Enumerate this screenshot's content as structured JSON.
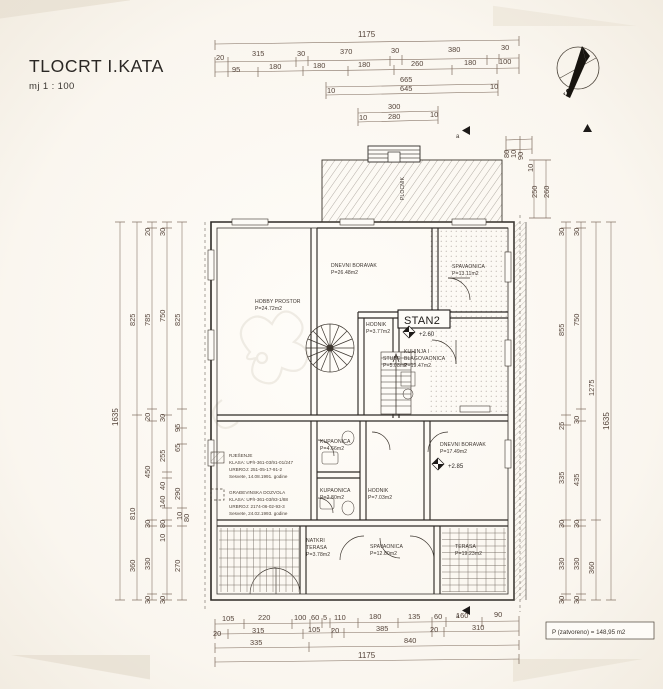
{
  "sheet": {
    "title": "TLOCRT I.KATA",
    "scale": "mj 1 : 100",
    "north_label": "S",
    "closed_area_note": "P (zatvoreno) =  148,95 m2"
  },
  "stamp": {
    "apartment_label": "STAN2"
  },
  "elevations": [
    {
      "value": "+2.60"
    },
    {
      "value": "+2.85"
    }
  ],
  "rooms": [
    {
      "name": "HOBBY PROSTOR",
      "area": "P=24.72m2"
    },
    {
      "name": "DNEVNI BORAVAK",
      "area": "P=26.48m2"
    },
    {
      "name": "SPAVAONICA",
      "area": "P=13.11m2"
    },
    {
      "name": "HODNIK",
      "area": "P=3.77m2"
    },
    {
      "name": "STUBE",
      "area": "P=5.08m2"
    },
    {
      "name": "KUHINJA I",
      "area": "BLAGOVAONICA",
      "area2": "P=19.47m2"
    },
    {
      "name": "KUPAONICA",
      "area": "P=4.66m2"
    },
    {
      "name": "KUPAONICA",
      "area": "P=2.80m2"
    },
    {
      "name": "HODNIK",
      "area": "P=7.03m2"
    },
    {
      "name": "DNEVNI BORAVAK",
      "area": "P=17.49m2"
    },
    {
      "name": "NATKRI",
      "name2": "TERASA",
      "area": "P=3.78m2"
    },
    {
      "name": "SPAVAONICA",
      "area": "P=12.80m2"
    },
    {
      "name": "TERASA",
      "area": "P=19.23m2"
    }
  ],
  "legend": [
    {
      "title": "RJEŠENJE",
      "line1": "KLASA: UP/I-361-03/91-01/247",
      "line2": "URBROJ: 251-05-17-91-2",
      "line3": "Sesvete, 14.08.1991. godine",
      "swatch": "diagonal-hatch"
    },
    {
      "title": "GRAĐEVINSKA DOZVOLA",
      "line1": "KLASA: UP/I-361-03/93-1/88",
      "line2": "URBROJ: 2174-06-02-93-3",
      "line3": "Sesvete, 24.02.1993. godine",
      "swatch": "dashed-box"
    }
  ],
  "dimensions": {
    "top": {
      "row_total": [
        "1175"
      ],
      "row_a": [
        "20",
        "315",
        "30",
        "370",
        "30",
        "380",
        "30"
      ],
      "row_b": [
        "95",
        "180",
        "180",
        "180",
        "260",
        "180",
        "100"
      ],
      "row_c_total": [
        "665"
      ],
      "row_c": [
        "10",
        "645",
        "10"
      ],
      "row_d_total": [
        "300"
      ],
      "row_d": [
        "10",
        "280",
        "10"
      ]
    },
    "top_right": [
      "80",
      "10",
      "90",
      "10",
      "250",
      "260"
    ],
    "left": {
      "col1": [
        "1635"
      ],
      "col2": [
        "825",
        "810"
      ],
      "col3": [
        "20",
        "785",
        "20",
        "450",
        "30",
        "330",
        "30"
      ],
      "col4": [
        "30",
        "750",
        "30",
        "255",
        "40",
        "140",
        "80",
        "10",
        "30"
      ],
      "col5": [
        "825",
        "95",
        "65",
        "290",
        "80",
        "10",
        "270"
      ],
      "col6": [
        "360"
      ]
    },
    "right": {
      "col1": [
        "30",
        "855",
        "25",
        "335",
        "30",
        "330",
        "30"
      ],
      "col2": [
        "30",
        "750",
        "30",
        "435",
        "30",
        "330",
        "30"
      ],
      "col3": [
        "1275",
        "360"
      ],
      "col4": [
        "1635"
      ]
    },
    "bottom": {
      "row_a": [
        "105",
        "220",
        "100",
        "60",
        "5",
        "110",
        "180",
        "135",
        "60",
        "160",
        "90"
      ],
      "row_b": [
        "20",
        "315",
        "105",
        "20",
        "385",
        "20",
        "310"
      ],
      "row_c": [
        "335",
        "840"
      ],
      "row_d": [
        "1175"
      ]
    }
  },
  "watermark": {
    "text": ""
  }
}
